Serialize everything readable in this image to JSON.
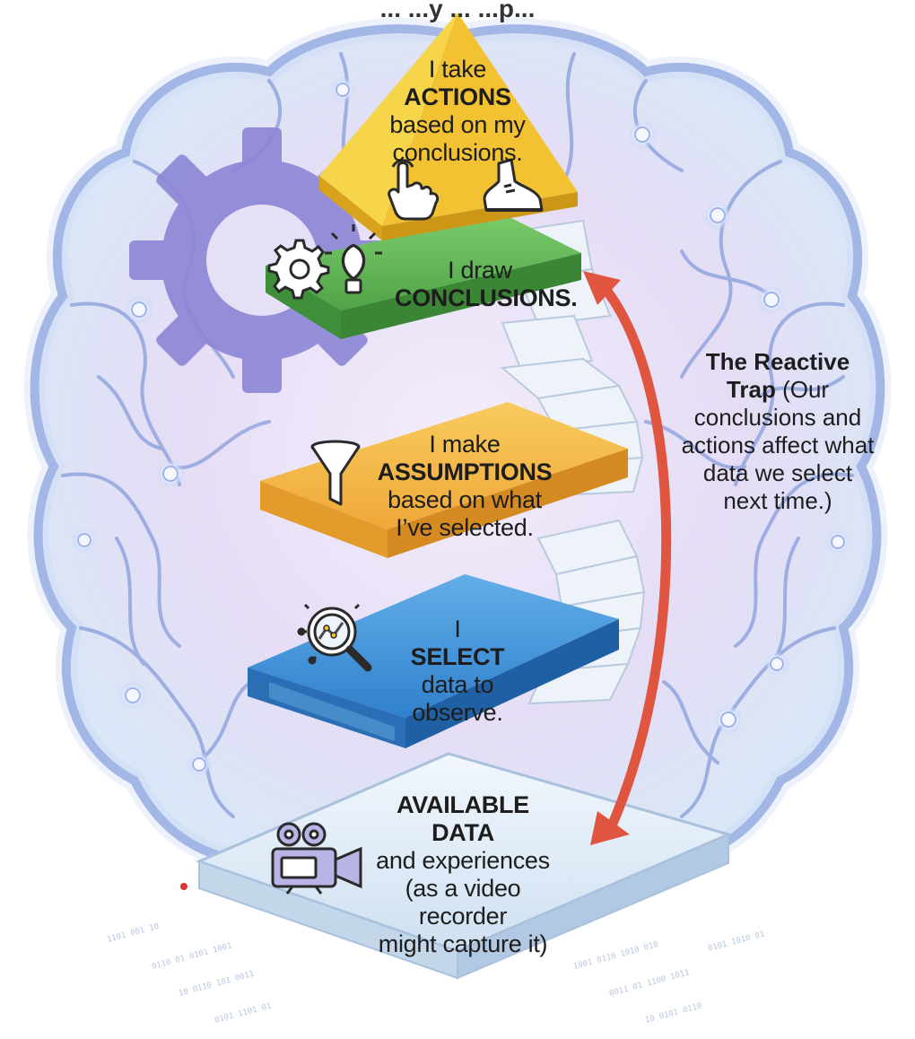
{
  "header": {
    "text": "... ...y ... ...p..."
  },
  "levels": [
    {
      "id": "actions",
      "color": "#f2c63a",
      "lines": [
        "I take",
        "ACTIONS",
        "based on my",
        "conclusions."
      ],
      "bold_index": 1,
      "icons": [
        "pointing-hand-icon",
        "shoe-icon"
      ]
    },
    {
      "id": "conclusions",
      "color": "#5eb555",
      "lines": [
        "I draw",
        "CONCLUSIONS."
      ],
      "bold_index": 1,
      "icons": [
        "gear-icon",
        "lightbulb-icon"
      ]
    },
    {
      "id": "assumptions",
      "color": "#f2b345",
      "lines": [
        "I make",
        "ASSUMPTIONS",
        "based on what",
        "I’ve selected."
      ],
      "bold_index": 1,
      "icons": [
        "funnel-icon"
      ]
    },
    {
      "id": "select",
      "color": "#3a8fd6",
      "lines": [
        "I",
        "SELECT",
        "data to",
        "observe."
      ],
      "bold_index": 1,
      "icons": [
        "magnifier-chart-icon"
      ]
    },
    {
      "id": "available",
      "color": "#d8e6f3",
      "lines": [
        "AVAILABLE",
        "DATA",
        "and experiences",
        "(as a video",
        "recorder",
        "might capture it)"
      ],
      "bold_index": [
        0,
        1
      ],
      "icons": [
        "video-camera-icon"
      ]
    }
  ],
  "reactive_trap": {
    "title": "The Reactive Trap",
    "title_part1": "The Reactive",
    "title_part2": "Trap",
    "body_first": " (Our",
    "body_lines": [
      "conclusions and",
      "actions affect what",
      "data we select",
      "next time.)"
    ],
    "arrow_color": "#e0553f"
  },
  "background": {
    "brain_color": "#c9cdf0",
    "brain_line": "#7f95d8",
    "node_color": "#f2f6ff"
  }
}
